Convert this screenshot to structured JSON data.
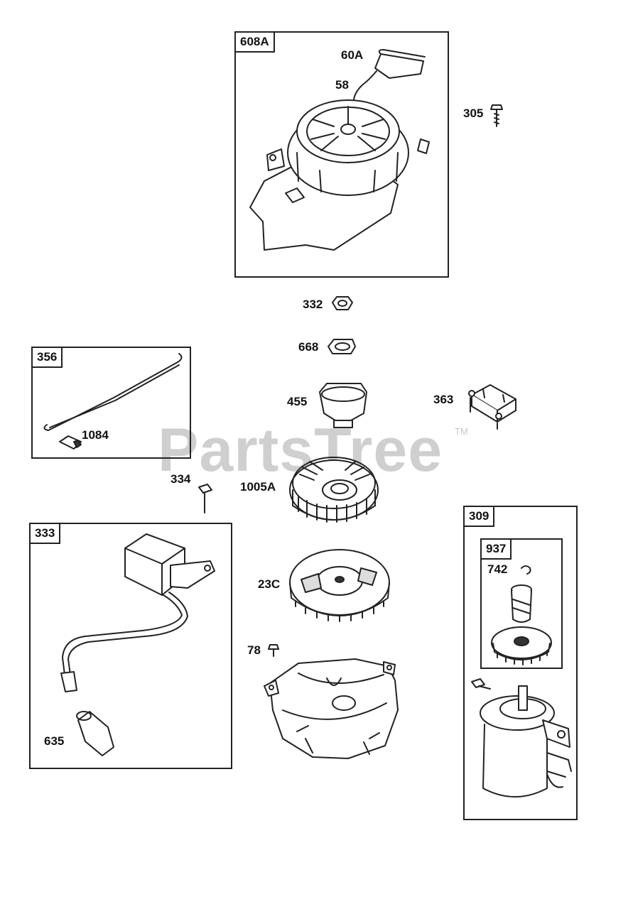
{
  "watermark": {
    "brand": "PartsTree",
    "trademark": "TM"
  },
  "boxes": {
    "recoil": "608A",
    "harness": "356",
    "ignition": "333",
    "starter": "309",
    "gear_kit": "937"
  },
  "callouts": {
    "handle": "60A",
    "rope": "58",
    "screw_305": "305",
    "nut": "332",
    "washer": "668",
    "cup": "455",
    "bracket": "363",
    "connector": "1084",
    "bolt_334": "334",
    "flywheel": "1005A",
    "alternator": "23C",
    "bolt_78": "78",
    "boot": "635",
    "retainer": "742"
  }
}
